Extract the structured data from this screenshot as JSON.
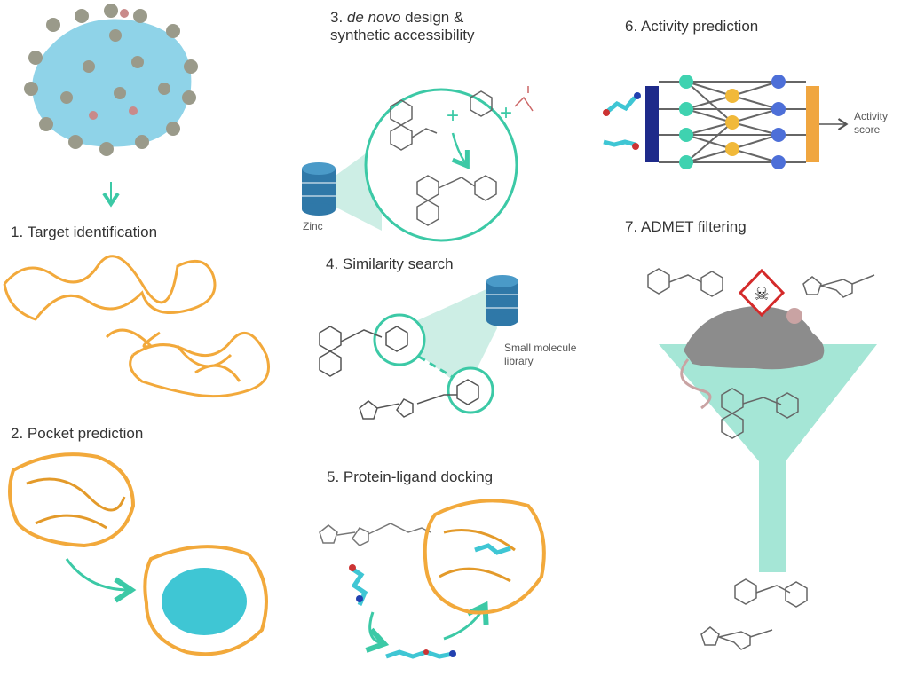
{
  "steps": {
    "s1": "1. Target identification",
    "s2": "2. Pocket prediction",
    "s3_italic": "de novo",
    "s3_prefix": "3. ",
    "s3_rest": " design &",
    "s3_line2": "synthetic accessibility",
    "s4": "4. Similarity search",
    "s5": "5. Protein-ligand docking",
    "s6": "6. Activity prediction",
    "s7": "7. ADMET filtering"
  },
  "labels": {
    "zinc": "Zinc",
    "library_line1": "Small molecule",
    "library_line2": "library",
    "activity_line1": "Activity",
    "activity_line2": "score"
  },
  "colors": {
    "teal": "#3cc9a6",
    "orange": "#f0a640",
    "navy": "#1e2a8a",
    "blue": "#4d6fd8",
    "yellow": "#f1b93a",
    "protein": "#f2a93b",
    "pocket": "#3fc6d4"
  }
}
